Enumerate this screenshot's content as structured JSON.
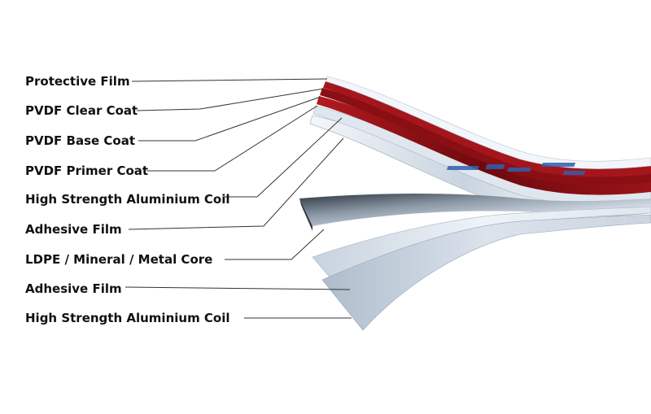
{
  "labels": [
    "Protective Film",
    "PVDF Clear Coat",
    "PVDF Base Coat",
    "PVDF Primer Coat",
    "High Strength Aluminium Coil",
    "Adhesive Film",
    "LDPE / Mineral / Metal Core",
    "Adhesive Film",
    "High Strength Aluminium Coil"
  ],
  "colors": {
    "coating_red": "#8a0f14",
    "coating_dark": "#3a0507",
    "aluminium_light": "#e8eef5",
    "aluminium_mid": "#b9c6d4",
    "aluminium_dark": "#55606c",
    "print_blue": "#2f5fb0",
    "leader_line": "#333333"
  }
}
